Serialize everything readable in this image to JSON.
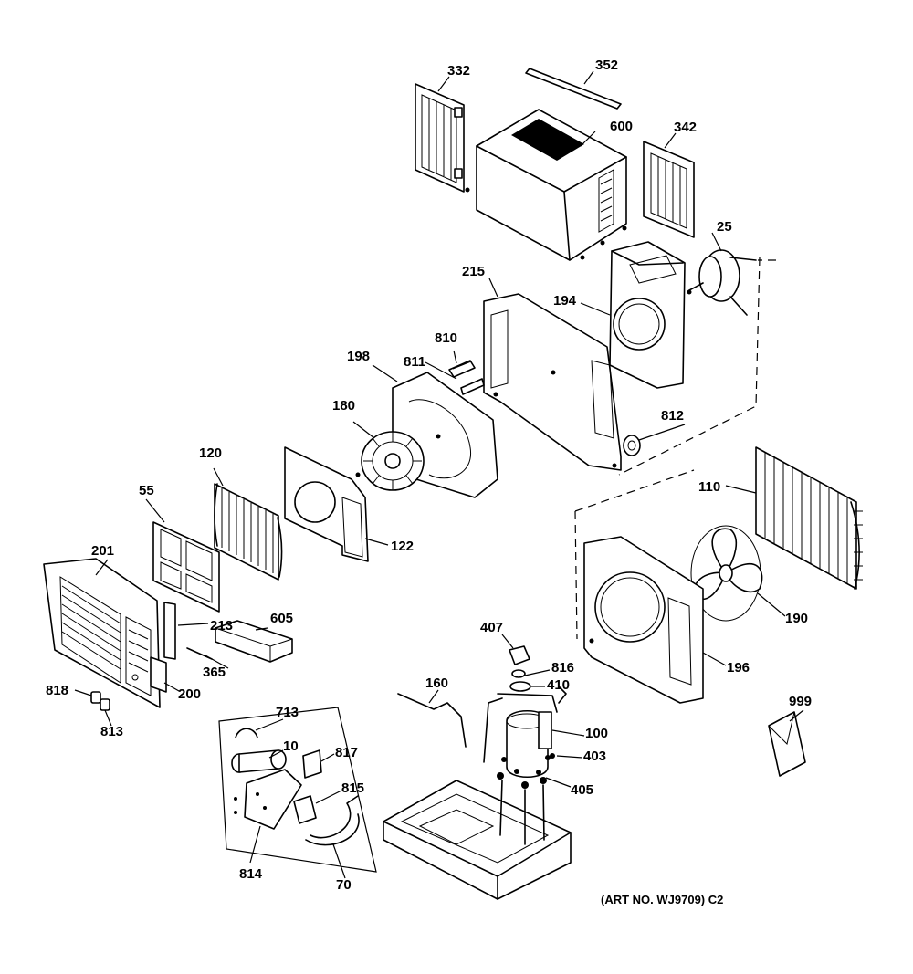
{
  "labels": {
    "p332": "332",
    "p352": "352",
    "p600": "600",
    "p342": "342",
    "p25": "25",
    "p215": "215",
    "p194": "194",
    "p810": "810",
    "p811": "811",
    "p198": "198",
    "p180": "180",
    "p812": "812",
    "p120": "120",
    "p55": "55",
    "p122": "122",
    "p110": "110",
    "p201": "201",
    "p605": "605",
    "p213": "213",
    "p365": "365",
    "p200": "200",
    "p190": "190",
    "p196": "196",
    "p407": "407",
    "p816": "816",
    "p410": "410",
    "p160": "160",
    "p818": "818",
    "p813": "813",
    "p713": "713",
    "p10": "10",
    "p817": "817",
    "p100": "100",
    "p403": "403",
    "p815": "815",
    "p405": "405",
    "p814": "814",
    "p70": "70",
    "p999": "999"
  },
  "caption": "(ART NO. WJ9709) C2"
}
